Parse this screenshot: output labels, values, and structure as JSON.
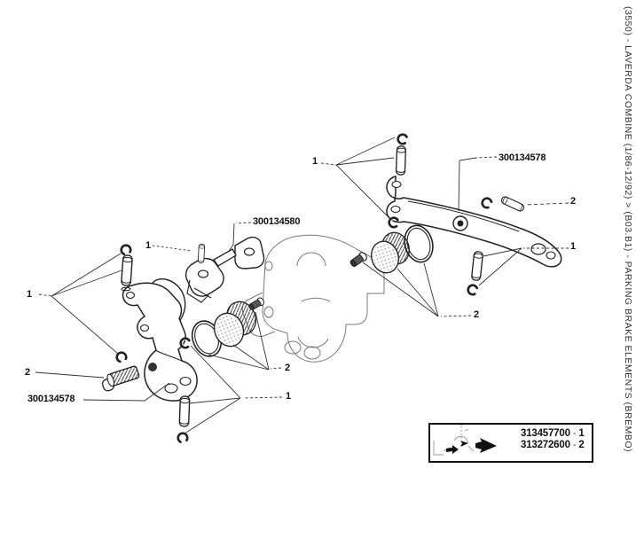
{
  "page": {
    "background": "#ffffff",
    "ink_color": "#1a1a1a",
    "faint_color": "#8a8a8a"
  },
  "sidebar": {
    "breadcrumb": "(3550) - LAVERDA COMBINE (1/86-12/92) > (B03.B1) - PARKING BRAKE ELEMENTS (BREMBO)"
  },
  "diagram": {
    "ref_1": "1",
    "ref_2": "2",
    "part_number_rod": "300134580",
    "part_number_lever": "300134578"
  },
  "legend": {
    "arrow_icons": [
      "small-right-arrow",
      "small-flag-arrow",
      "large-right-arrow"
    ],
    "rows": [
      {
        "part_number": "313457700",
        "separator": "-",
        "ref": "1"
      },
      {
        "part_number": "313272600",
        "separator": "-",
        "ref": "2"
      }
    ]
  }
}
